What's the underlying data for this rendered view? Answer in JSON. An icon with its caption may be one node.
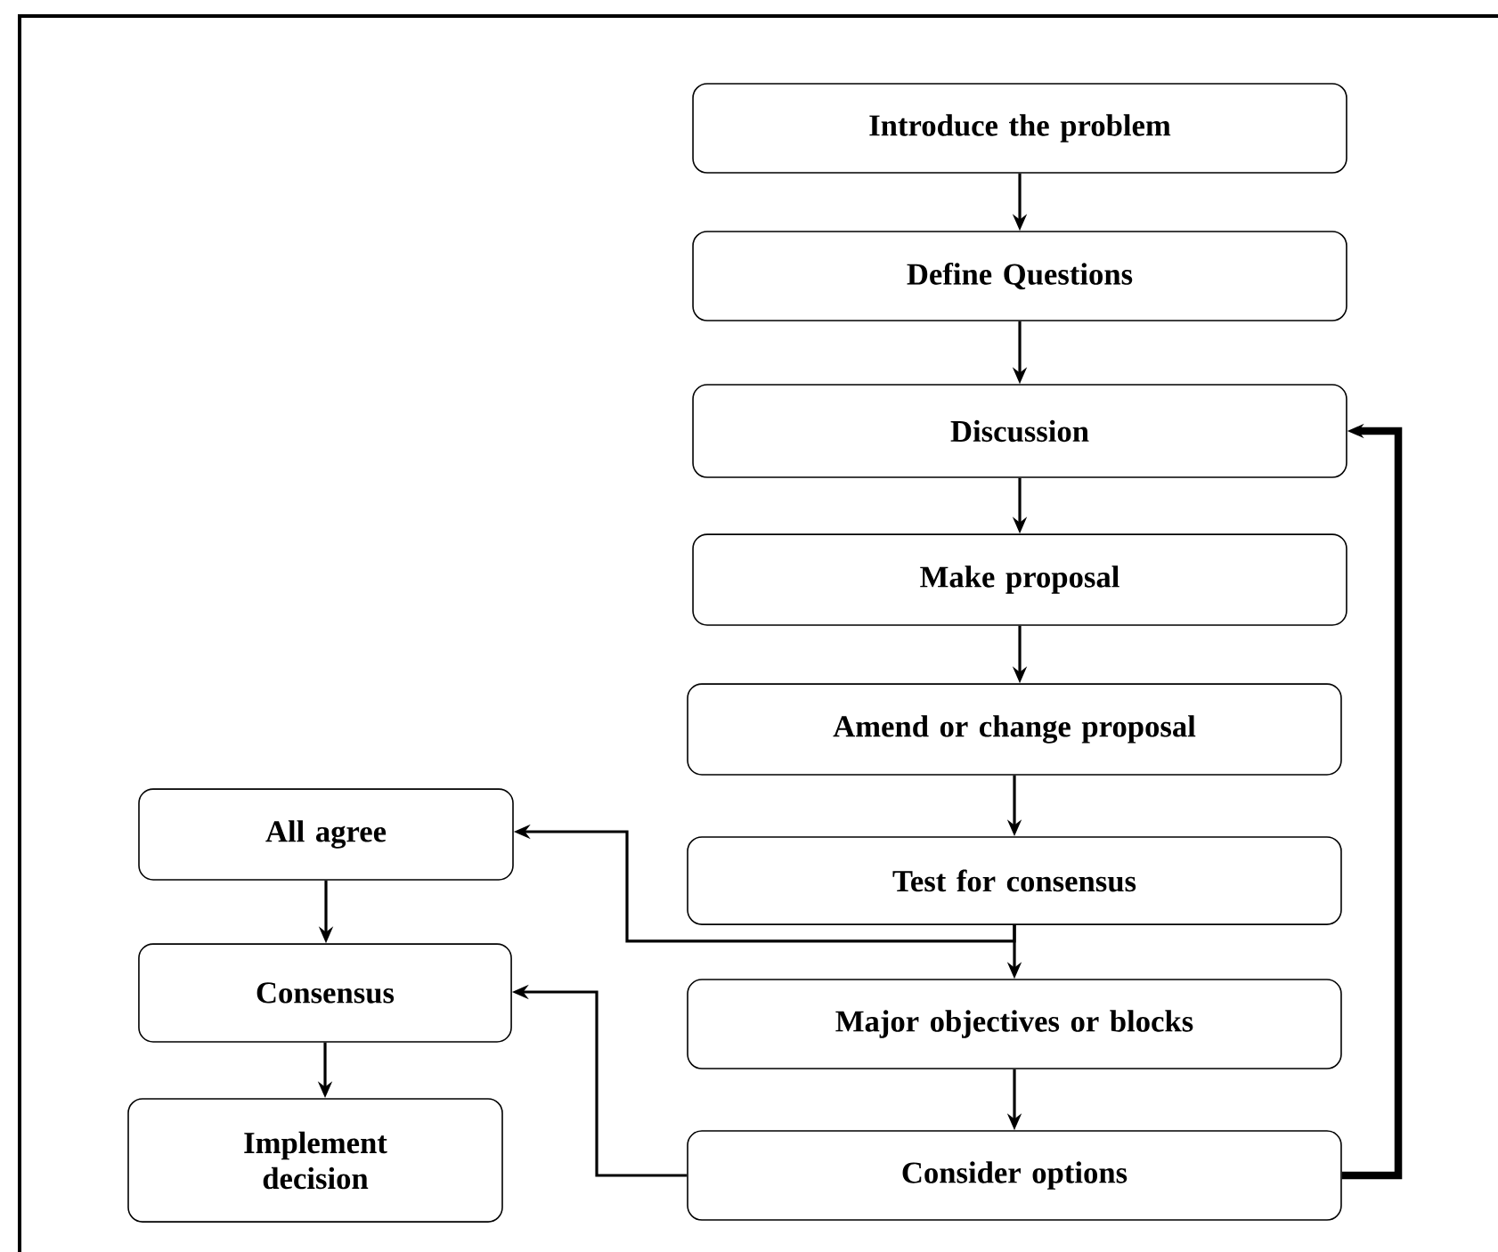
{
  "diagram": {
    "nodes": [
      {
        "text": [
          "Introduce the problem"
        ]
      },
      {
        "text": [
          "Define Questions"
        ]
      },
      {
        "text": [
          "Discussion"
        ]
      },
      {
        "text": [
          "Make proposal"
        ]
      },
      {
        "text": [
          "Amend or change proposal"
        ]
      },
      {
        "text": [
          "Test for consensus"
        ]
      },
      {
        "text": [
          "Major objectives or blocks"
        ]
      },
      {
        "text": [
          "Consider options"
        ]
      },
      {
        "text": [
          "All agree"
        ]
      },
      {
        "text": [
          "Consensus"
        ]
      },
      {
        "text": [
          "Implement decision"
        ]
      }
    ],
    "edges": [
      {
        "from": 0,
        "to": 1,
        "arrow": "to"
      },
      {
        "from": 1,
        "to": 2,
        "arrow": "to"
      },
      {
        "from": 2,
        "to": 3,
        "arrow": "to"
      },
      {
        "from": 3,
        "to": 4,
        "arrow": "to"
      },
      {
        "from": 4,
        "to": 5,
        "arrow": "to"
      },
      {
        "from": 5,
        "to": 6,
        "arrow": "to"
      },
      {
        "from": 5,
        "to": 8,
        "arrow": "to"
      },
      {
        "from": 6,
        "to": 7,
        "arrow": "to"
      },
      {
        "from": 7,
        "to": 2,
        "arrow": "to",
        "style": "thick"
      },
      {
        "from": 7,
        "to": 9,
        "arrow": "to"
      },
      {
        "from": 8,
        "to": 9,
        "arrow": "to"
      },
      {
        "from": 9,
        "to": 10,
        "arrow": "to"
      }
    ]
  }
}
